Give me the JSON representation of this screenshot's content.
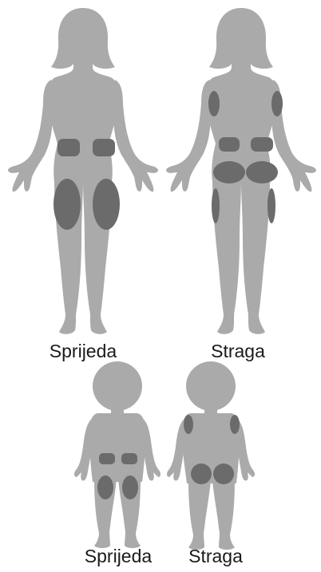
{
  "colors": {
    "body": "#aaaaaa",
    "zone": "#6b6b6b",
    "background": "#ffffff",
    "text": "#1a1a1a"
  },
  "adult": {
    "front_label": "Sprijeda",
    "back_label": "Straga",
    "front_zones": [
      "abdomen-left",
      "abdomen-right",
      "thigh-left",
      "thigh-right"
    ],
    "back_zones": [
      "upper-arm-left",
      "upper-arm-right",
      "lower-back-left",
      "lower-back-right",
      "buttock-left",
      "buttock-right",
      "outer-thigh-left",
      "outer-thigh-right"
    ]
  },
  "child": {
    "front_label": "Sprijeda",
    "back_label": "Straga",
    "front_zones": [
      "abdomen-left",
      "abdomen-right",
      "thigh-left",
      "thigh-right"
    ],
    "back_zones": [
      "upper-arm-left",
      "upper-arm-right",
      "buttock-left",
      "buttock-right"
    ]
  }
}
